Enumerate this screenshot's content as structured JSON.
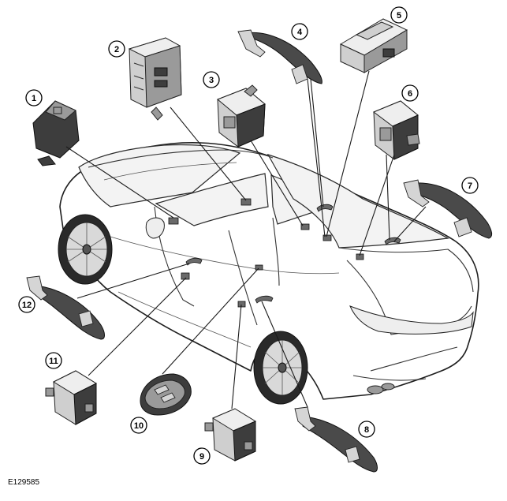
{
  "figure": {
    "code": "E129585"
  },
  "callouts": [
    {
      "label": "1"
    },
    {
      "label": "2"
    },
    {
      "label": "3"
    },
    {
      "label": "4"
    },
    {
      "label": "5"
    },
    {
      "label": "6"
    },
    {
      "label": "7"
    },
    {
      "label": "8"
    },
    {
      "label": "9"
    },
    {
      "label": "10"
    },
    {
      "label": "11"
    },
    {
      "label": "12"
    }
  ],
  "colors": {
    "line": "#1a1a1a",
    "part_dark": "#3d3d3d",
    "background": "#ffffff"
  }
}
